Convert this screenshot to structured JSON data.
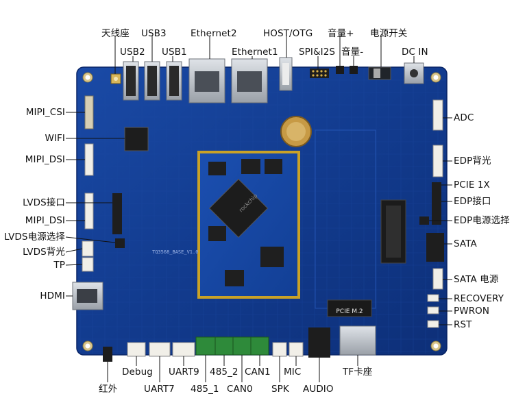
{
  "board": {
    "silk_model": "TQ3568_BASE_V1.0",
    "pcie_slot_label": "PCIE M.2",
    "chip_mark": "rockchip"
  },
  "labels": {
    "top": {
      "antenna": "天线座",
      "usb3": "USB3",
      "ethernet2": "Ethernet2",
      "host_otg": "HOST/OTG",
      "vol_up": "音量+",
      "power_switch": "电源开关",
      "usb2": "USB2",
      "usb1": "USB1",
      "ethernet1": "Ethernet1",
      "spi_i2s": "SPI&I2S",
      "vol_down": "音量-",
      "dc_in": "DC IN"
    },
    "left": {
      "mipi_csi": "MIPI_CSI",
      "wifi": "WIFI",
      "mipi_dsi_1": "MIPI_DSI",
      "lvds_if": "LVDS接口",
      "mipi_dsi_2": "MIPI_DSI",
      "lvds_power_sel": "LVDS电源选择",
      "lvds_backlight": "LVDS背光",
      "tp": "TP",
      "hdmi": "HDMI"
    },
    "right": {
      "adc": "ADC",
      "edp_backlight": "EDP背光",
      "pcie_1x": "PCIE 1X",
      "edp_if": "EDP接口",
      "edp_power_sel": "EDP电源选择",
      "sata": "SATA",
      "sata_power": "SATA 电源",
      "recovery": "RECOVERY",
      "pwron": "PWRON",
      "rst": "RST"
    },
    "bottom": {
      "debug": "Debug",
      "uart9": "UART9",
      "rs485_2": "485_2",
      "can1": "CAN1",
      "mic": "MIC",
      "tf_slot": "TF卡座",
      "infrared": "红外",
      "uart7": "UART7",
      "rs485_1": "485_1",
      "can0": "CAN0",
      "spk": "SPK",
      "audio": "AUDIO"
    }
  },
  "colors": {
    "pcb": "#123b8e",
    "pcb_dark": "#0c2c70",
    "pcb_light": "#1d4fae",
    "som_border": "#c9a227",
    "connector_white": "#f1efe8",
    "terminal_green": "#2e8a3a",
    "metal": "#b9bec6"
  }
}
